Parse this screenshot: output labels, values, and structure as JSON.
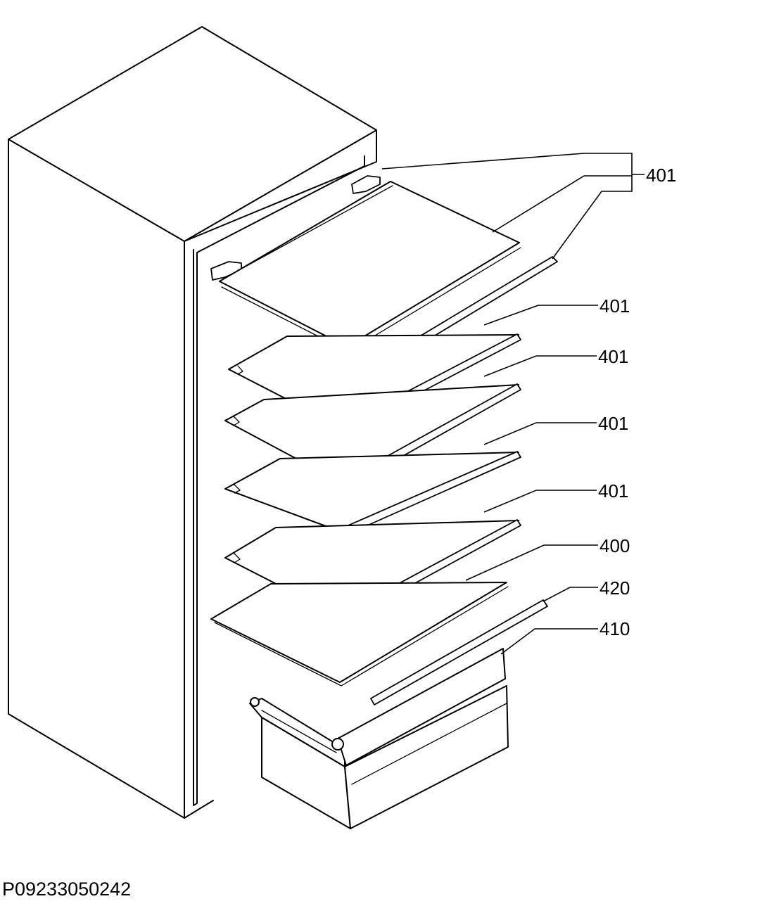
{
  "callouts": [
    "401",
    "401",
    "401",
    "401",
    "401",
    "400",
    "420",
    "410"
  ],
  "footer": {
    "code": "P09233050242"
  }
}
